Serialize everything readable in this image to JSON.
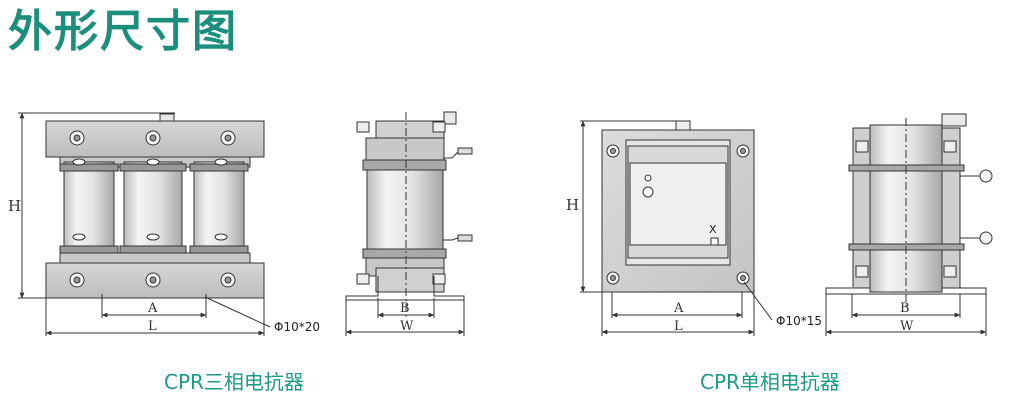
{
  "page_title": "外形尺寸图",
  "captions": {
    "three_phase": "CPR三相电抗器",
    "single_phase": "CPR单相电抗器"
  },
  "dimensions": {
    "H": "H",
    "A": "A",
    "L": "L",
    "B": "B",
    "W": "W",
    "X": "X",
    "hole_three_phase": "Φ10*20",
    "hole_single_phase": "Φ10*15"
  },
  "colors": {
    "title": "#1b8f7c",
    "caption": "#1b9a86",
    "line": "#333333"
  }
}
